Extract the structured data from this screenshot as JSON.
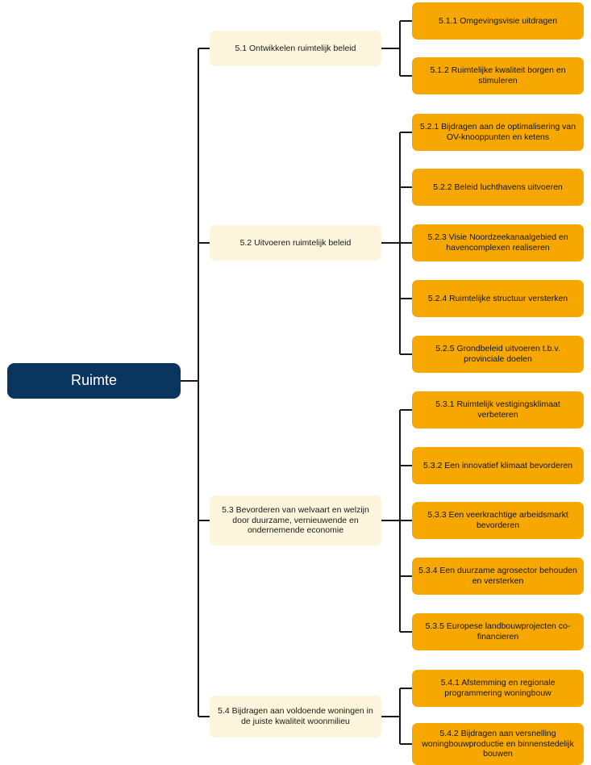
{
  "diagram": {
    "type": "org-tree",
    "title": "Ruimte",
    "orientation": "left-to-right",
    "colors": {
      "root_fill": "#09355F",
      "root_text": "#FFFFFF",
      "level1_fill": "#FDF6DC",
      "level1_text": "#1A1A1A",
      "level2_fill": "#F6A800",
      "level2_text": "#141414",
      "connector": "#1A1A1A",
      "background": "#FFFFFF"
    },
    "root": {
      "label": "Ruimte"
    },
    "branches": [
      {
        "id": "5.1",
        "label": "5.1 Ontwikkelen ruimtelijk beleid",
        "children": [
          {
            "id": "5.1.1",
            "label": "5.1.1 Omgevingsvisie uitdragen"
          },
          {
            "id": "5.1.2",
            "label": "5.1.2 Ruimtelijke kwaliteit borgen en stimuleren"
          }
        ]
      },
      {
        "id": "5.2",
        "label": "5.2 Uitvoeren ruimtelijk beleid",
        "children": [
          {
            "id": "5.2.1",
            "label": "5.2.1 Bijdragen aan de optimalisering van OV-knooppunten en ketens"
          },
          {
            "id": "5.2.2",
            "label": "5.2.2 Beleid luchthavens uitvoeren"
          },
          {
            "id": "5.2.3",
            "label": "5.2.3 Visie Noordzeekanaalgebied en havencomplexen realiseren"
          },
          {
            "id": "5.2.4",
            "label": "5.2.4 Ruimtelijke structuur versterken"
          },
          {
            "id": "5.2.5",
            "label": "5.2.5 Grondbeleid uitvoeren t.b.v. provinciale doelen"
          }
        ]
      },
      {
        "id": "5.3",
        "label": "5.3 Bevorderen van welvaart en welzijn door duurzame, vernieuwende en ondernemende economie",
        "children": [
          {
            "id": "5.3.1",
            "label": "5.3.1 Ruimtelijk vestigingsklimaat verbeteren"
          },
          {
            "id": "5.3.2",
            "label": "5.3.2 Een innovatief klimaat bevorderen"
          },
          {
            "id": "5.3.3",
            "label": "5.3.3 Een veerkrachtige arbeidsmarkt bevorderen"
          },
          {
            "id": "5.3.4",
            "label": "5.3.4 Een duurzame agrosector behouden en versterken"
          },
          {
            "id": "5.3.5",
            "label": "5.3.5 Europese landbouwprojecten co-financieren"
          }
        ]
      },
      {
        "id": "5.4",
        "label": "5.4 Bijdragen aan voldoende woningen in de juiste kwaliteit woonmilieu",
        "children": [
          {
            "id": "5.4.1",
            "label": "5.4.1 Afstemming en regionale programmering woningbouw"
          },
          {
            "id": "5.4.2",
            "label": "5.4.2 Bijdragen aan versnelling woningbouwproductie en binnenstedelijk bouwen"
          }
        ]
      }
    ]
  }
}
